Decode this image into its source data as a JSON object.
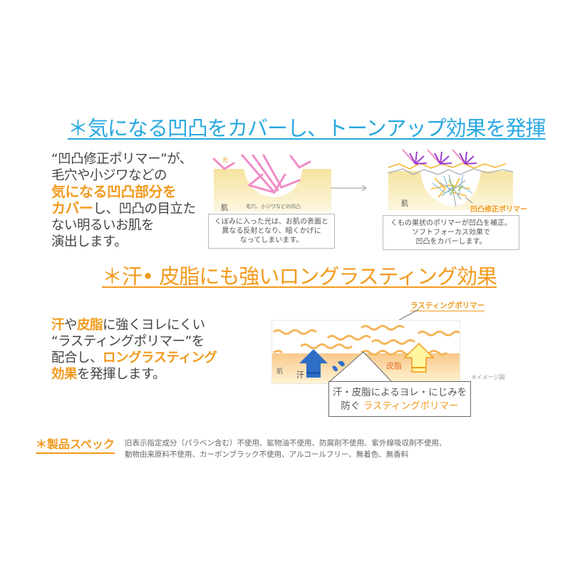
{
  "section1": {
    "heading": "＊気になる凹凸をカバーし、トーンアップ効果を発揮",
    "body": {
      "line1": "“凹凸修正ポリマー”が、",
      "line2": "毛穴や小ジワなどの",
      "line3_highlight": "気になる凹凸部分を",
      "line4_highlight": "カバー",
      "line4_rest": "し、凹凸の目立た",
      "line5": "ない明るいお肌を",
      "line6": "演出します。"
    },
    "diagram_before": {
      "light_label": "光",
      "skin_label": "肌",
      "pore_label": "毛穴、小ジワなどの凹凸",
      "caption": [
        "くぼみに入った光は、お肌の表面と",
        "異なる反射となり、暗くかげに",
        "なってしまいます。"
      ]
    },
    "arrow_icon": "right-arrow",
    "diagram_after": {
      "skin_label": "肌",
      "polymer_label": "凹凸修正ポリマー",
      "caption": [
        "くもの巣状のポリマーが凹凸を補正。",
        "ソフトフォーカス効果で",
        "凹凸をカバーします。"
      ]
    }
  },
  "section2": {
    "heading": "＊汗• 皮脂にも強いロングラスティング効果",
    "body": {
      "line1_hl1": "汗",
      "line1_mid": "や",
      "line1_hl2": "皮脂",
      "line1_rest": "に強くヨレにくい",
      "line2": "“ラスティングポリマー”を",
      "line3_pre": "配合し、",
      "line3_hl": "ロングラスティング",
      "line4_hl": "効果",
      "line4_rest": "を発揮します。"
    },
    "diagram": {
      "polymer_label": "ラスティングポリマー",
      "skin_label": "肌",
      "sweat_label": "汗",
      "sebum_label": "皮脂",
      "image_note": "※イメージ図",
      "callout_line1": "汗・皮脂によるヨレ・にじみを",
      "callout_line2_pre": "防ぐ",
      "callout_line2_hl": "ラスティングポリマー"
    }
  },
  "spec": {
    "title": "＊製品スペック",
    "line1": "旧表示指定成分（パラベン含む）不使用、鉱物油不使用、防腐剤不使用、紫外線吸収剤不使用、",
    "line2": "動物由来原料不使用、カーボンブラック不使用、アルコールフリー、無着色、無香料"
  },
  "colors": {
    "heading1": "#29a8e0",
    "accent_orange": "#f29a1e",
    "light_pink": "#f08cc8",
    "reflect_purple": "#9b3fd0",
    "sweat_blue": "#2f6fc8",
    "text_gray": "#444444"
  }
}
